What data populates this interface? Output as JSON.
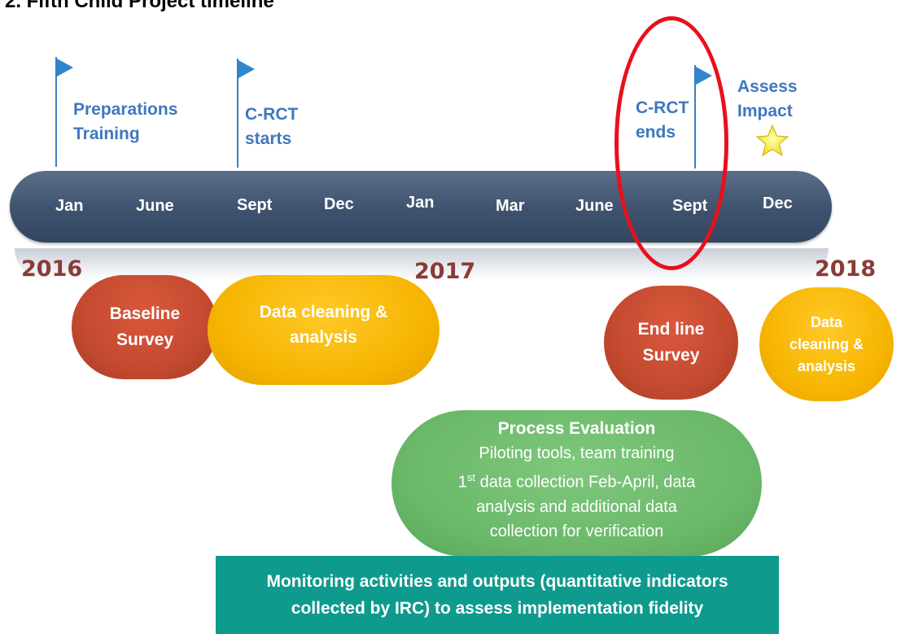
{
  "title": "2. Fifth Child  Project timeline",
  "milestones": [
    {
      "label1": "Preparations",
      "label2": "Training"
    },
    {
      "label1": "C-RCT",
      "label2": "starts"
    },
    {
      "label1": "C-RCT",
      "label2": "ends"
    },
    {
      "label1": "Assess",
      "label2": "Impact"
    }
  ],
  "months": [
    "Jan",
    "June",
    "Sept",
    "Dec",
    "Jan",
    "Mar",
    "June",
    "Sept",
    "Dec"
  ],
  "years": [
    "2016",
    "2017",
    "2018"
  ],
  "activities": {
    "baseline": {
      "line1": "Baseline",
      "line2": "Survey"
    },
    "cleaning1": {
      "line1": "Data cleaning &",
      "line2": "analysis"
    },
    "endline": {
      "line1": "End line",
      "line2": "Survey"
    },
    "cleaning2": {
      "line1": "Data",
      "line2": "cleaning &",
      "line3": "analysis"
    }
  },
  "process": {
    "title": "Process Evaluation",
    "line1": "Piloting tools, team training",
    "line2_sup": "st",
    "line2_pre": "1",
    "line2_rest": " data collection Feb-April, data",
    "line3": "analysis and additional data",
    "line4": "collection for verification"
  },
  "monitoring": {
    "line1": "Monitoring  activities and outputs (quantitative indicators",
    "line2": "collected by IRC)  to assess implementation fidelity"
  },
  "colors": {
    "bar": "#3e526e",
    "year": "#8a3b36",
    "label": "#3f78bf",
    "survey": "#c44a2f",
    "analysis": "#f6b400",
    "process": "#6bb86a",
    "monitoring": "#0f9a8e",
    "highlight": "#e8101c"
  }
}
